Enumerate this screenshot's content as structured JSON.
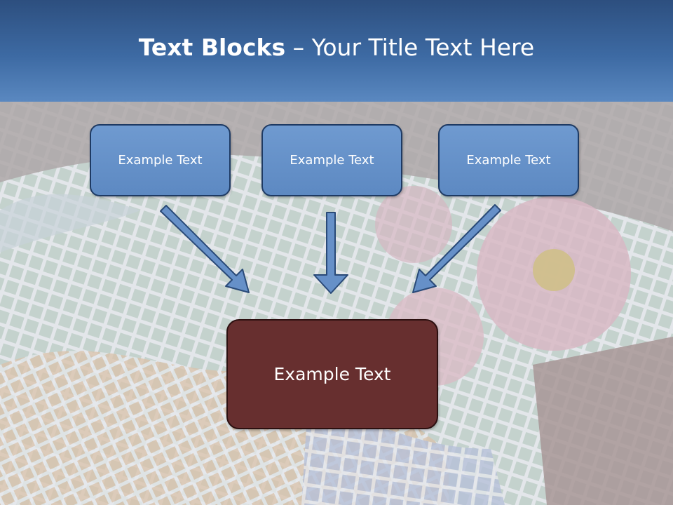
{
  "slide": {
    "title_bold": "Text Blocks",
    "title_rest": " – Your Title Text Here"
  },
  "blocks": [
    {
      "label": "Example Text"
    },
    {
      "label": "Example Text"
    },
    {
      "label": "Example Text"
    }
  ],
  "target_block": {
    "label": "Example Text"
  },
  "colors": {
    "title_bar": "#3d6aa3",
    "block_fill": "#6690c8",
    "block_border": "#1e3a63",
    "target_fill": "#672f2f",
    "arrow_fill": "#6690c8"
  },
  "icons": {
    "arrow_left": "arrow-down-right-icon",
    "arrow_center": "arrow-down-icon",
    "arrow_right": "arrow-down-left-icon"
  }
}
